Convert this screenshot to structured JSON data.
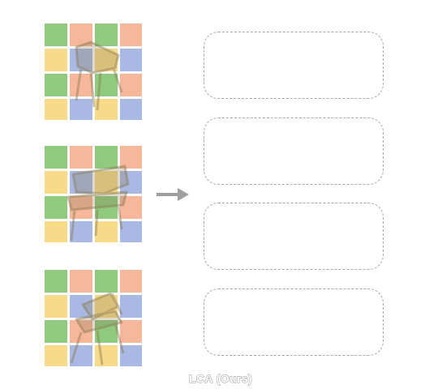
{
  "colors": {
    "green": "#8fca7f",
    "peach": "#f7b79a",
    "yellow": "#f8db8a",
    "blue": "#a9b9e4",
    "chair": "#8a7a52",
    "slot_border": "#a8a8a8",
    "arrow": "#9e9e9e"
  },
  "grids": [
    {
      "name": "patch-grid-1",
      "cells": [
        [
          "green",
          "peach",
          "green",
          "peach"
        ],
        [
          "yellow",
          "blue",
          "yellow",
          "blue"
        ],
        [
          "green",
          "peach",
          "green",
          "peach"
        ],
        [
          "yellow",
          "blue",
          "yellow",
          "blue"
        ]
      ]
    },
    {
      "name": "patch-grid-2",
      "cells": [
        [
          "green",
          "peach",
          "green",
          "peach"
        ],
        [
          "yellow",
          "blue",
          "yellow",
          "blue"
        ],
        [
          "green",
          "peach",
          "green",
          "peach"
        ],
        [
          "yellow",
          "blue",
          "yellow",
          "blue"
        ]
      ]
    },
    {
      "name": "patch-grid-3",
      "cells": [
        [
          "green",
          "peach",
          "green",
          "peach"
        ],
        [
          "yellow",
          "blue",
          "yellow",
          "blue"
        ],
        [
          "green",
          "peach",
          "green",
          "peach"
        ],
        [
          "yellow",
          "blue",
          "yellow",
          "blue"
        ]
      ]
    }
  ],
  "arrow_icon": "right-arrow-icon",
  "output_slots": 4,
  "caption": "LCA (Ours)"
}
